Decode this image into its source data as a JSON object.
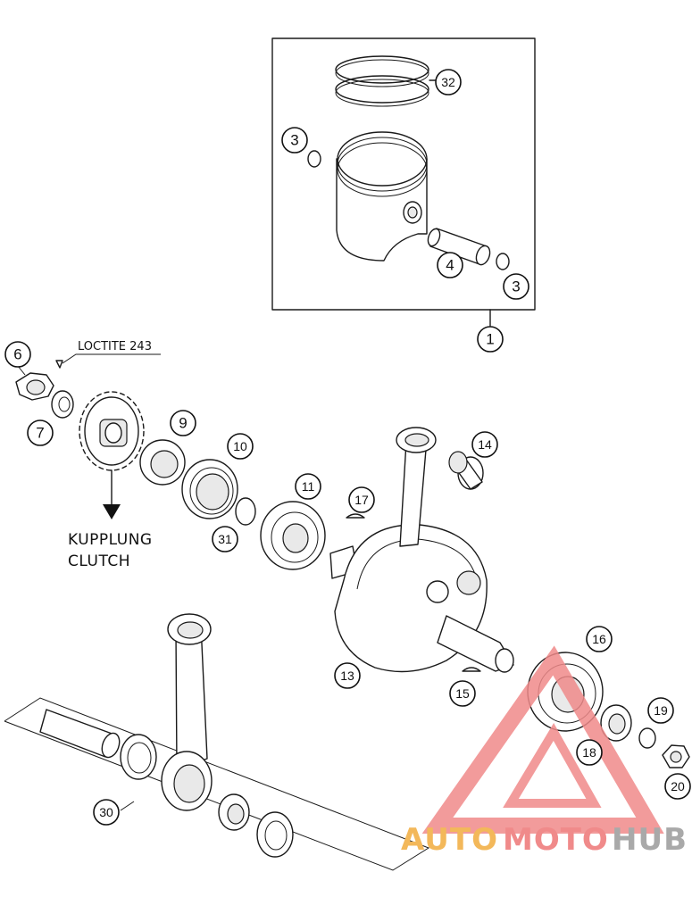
{
  "callouts": {
    "c32": "32",
    "c3a": "3",
    "c3b": "3",
    "c4": "4",
    "c1": "1",
    "c6": "6",
    "c7": "7",
    "c9": "9",
    "c10": "10",
    "c11": "11",
    "c31": "31",
    "c17": "17",
    "c14": "14",
    "c13": "13",
    "c15": "15",
    "c16": "16",
    "c19": "19",
    "c18": "18",
    "c20": "20",
    "c30": "30"
  },
  "notes": {
    "loctite": "LOCTITE 243",
    "kupplung": "KUPPLUNG",
    "clutch": "CLUTCH"
  },
  "watermark": {
    "part1": "AUTO",
    "part2": "MOTO",
    "part3": "HUB",
    "colors": {
      "auto": "#f3b85a",
      "moto": "#f08a8a",
      "hub": "#a9a9a9",
      "triangle": "#f08a8a"
    }
  }
}
